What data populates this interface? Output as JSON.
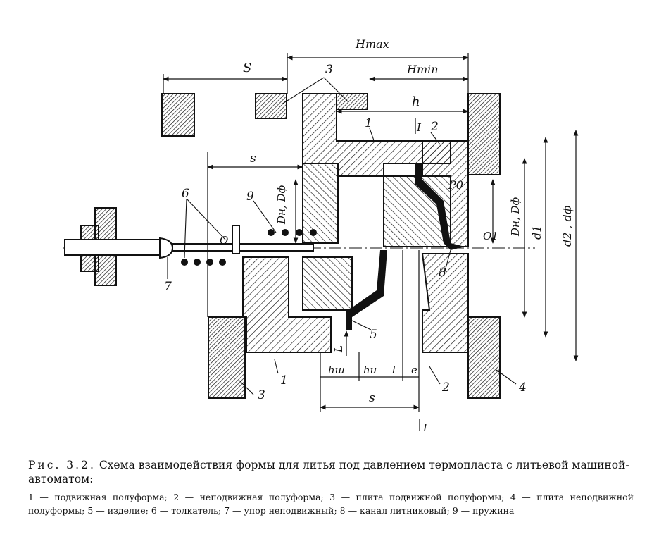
{
  "labels": {
    "h_max": "Hmax",
    "h_min": "Hmin",
    "h": "h",
    "S": "S",
    "s_upper": "s",
    "s_lower": "s",
    "callout_3_top": "3",
    "callout_3_bottom": "3",
    "callout_1_top": "1",
    "callout_1_bottom": "1",
    "callout_2_top": "2",
    "callout_2_bottom": "2",
    "callout_4": "4",
    "callout_5": "5",
    "callout_6": "6",
    "callout_7": "7",
    "callout_8": "8",
    "callout_9": "9",
    "section_top": "I",
    "section_bottom": "I",
    "P0": "P0",
    "O": "O",
    "O1": "O1",
    "Dn_Dph_left": "Dн, Dф",
    "Dn_Dph_right": "Dн, Dф",
    "d1": "d1",
    "d2_dph": "d2 , dф",
    "L": "L",
    "h_sh": "hш",
    "h_i": "hи",
    "l": "l",
    "e": "e"
  },
  "caption": {
    "fig_no": "Рис. 3.2.",
    "title": "Схема взаимодействия формы для литья под давлением термопласта с литьевой машиной-автоматом:",
    "legend": "1 — подвижная полуформа; 2 — неподвижная полуформа; 3 — плита подвижной полуформы; 4 — плита неподвижной полуформы; 5 — изделие; 6 — толкатель; 7 — упор неподвижный; 8 — канал литниковый; 9 — пружина"
  }
}
